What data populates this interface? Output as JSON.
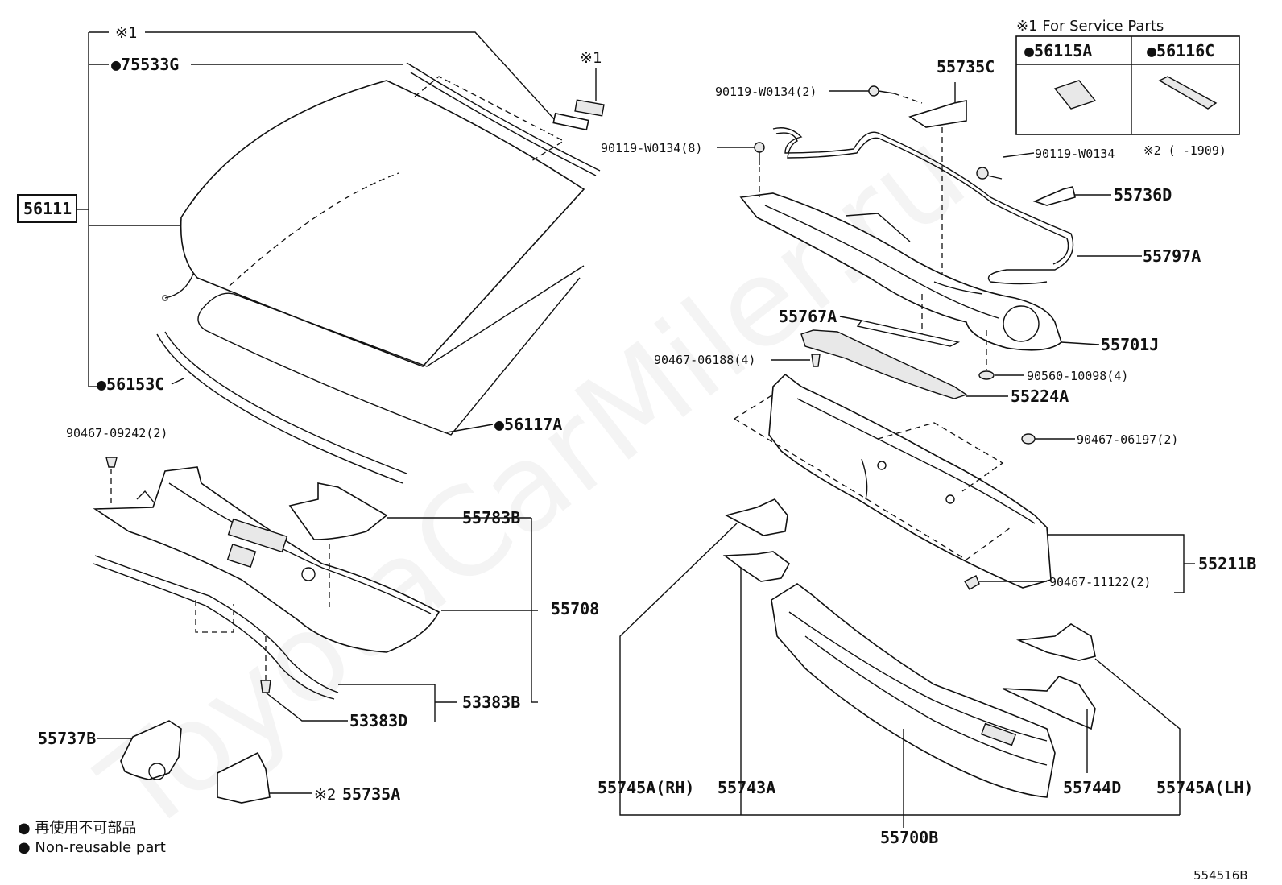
{
  "note_ref": "※1",
  "note_ref2": "※2",
  "legend_box": {
    "title": "※1 For Service Parts",
    "col1": "●56115A",
    "col2": "●56116C",
    "note": "※2 (      -1909)"
  },
  "labels": {
    "p56111": "56111",
    "p75533G": "●75533G",
    "p56153C": "●56153C",
    "p56117A": "●56117A",
    "p90467_09242": "90467-09242(2)",
    "p55783B": "55783B",
    "p55708": "55708",
    "p53383B": "53383B",
    "p53383D": "53383D",
    "p55737B": "55737B",
    "p55735A": "55735A",
    "p90119_8": "90119-W0134(8)",
    "p90119_2": "90119-W0134(2)",
    "p55735C": "55735C",
    "p90119": "90119-W0134",
    "p55736D": "55736D",
    "p55797A": "55797A",
    "p55701J": "55701J",
    "p55767A": "55767A",
    "p90467_06188": "90467-06188(4)",
    "p90560": "90560-10098(4)",
    "p55224A": "55224A",
    "p90467_06197": "90467-06197(2)",
    "p55211B": "55211B",
    "p90467_11122": "90467-11122(2)",
    "p55745A_RH": "55745A(RH)",
    "p55743A": "55743A",
    "p55744D": "55744D",
    "p55745A_LH": "55745A(LH)",
    "p55700B": "55700B"
  },
  "footer": {
    "legend_jp": "● 再使用不可部品",
    "legend_en": "● Non-reusable part",
    "diagram_id": "554516B"
  },
  "watermark": "ToyotaCarMiler.ru"
}
